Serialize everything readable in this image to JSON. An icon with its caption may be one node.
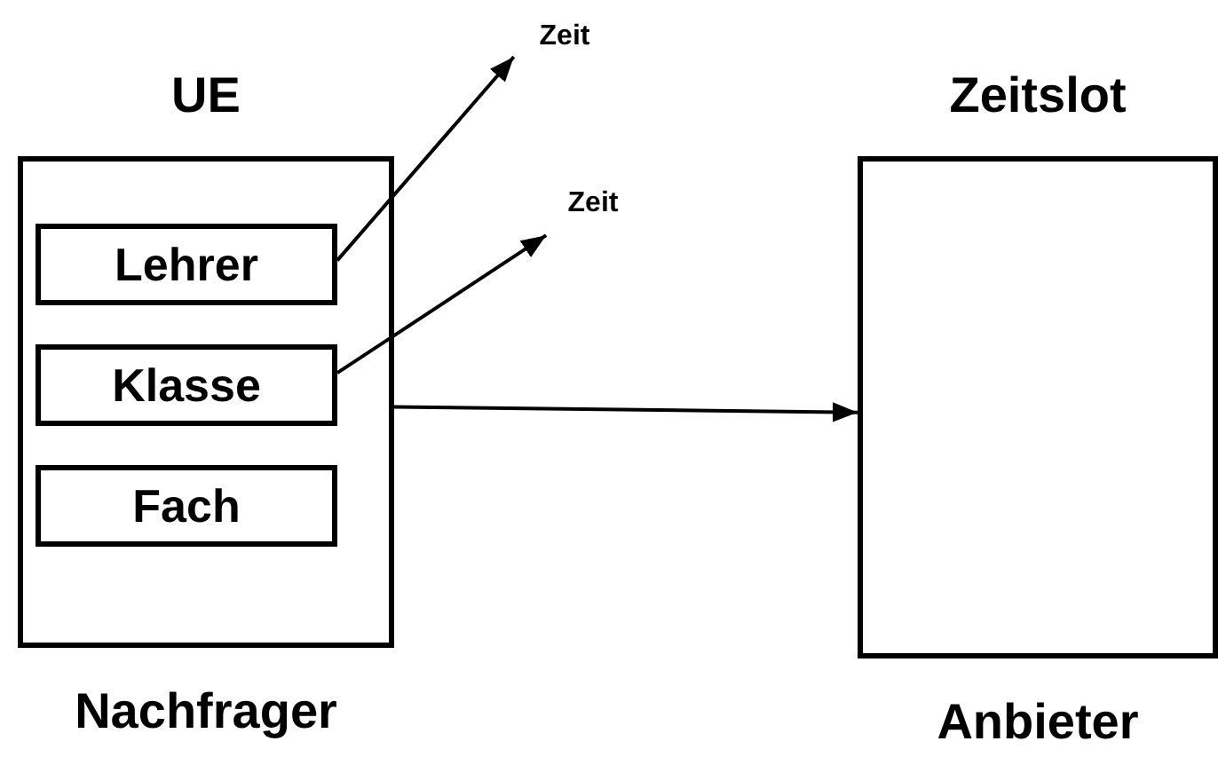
{
  "diagram": {
    "nodes": [
      {
        "text": [
          "UE"
        ],
        "beside": [
          "Nachfrager"
        ]
      },
      {
        "text": [
          "Lehrer"
        ],
        "in": 0
      },
      {
        "text": [
          "Klasse"
        ],
        "in": 0
      },
      {
        "text": [
          "Fach"
        ],
        "in": 0
      },
      {
        "text": [
          "Zeit"
        ]
      },
      {
        "text": [
          "Zeit"
        ]
      },
      {
        "text": [
          "Zeitslot"
        ],
        "beside": [
          "Anbieter"
        ]
      }
    ],
    "edges": [
      {
        "from": 1,
        "to": 4,
        "arrow": "to"
      },
      {
        "from": 2,
        "to": 5,
        "arrow": "to"
      },
      {
        "from": 0,
        "to": 6,
        "arrow": "to"
      }
    ]
  }
}
